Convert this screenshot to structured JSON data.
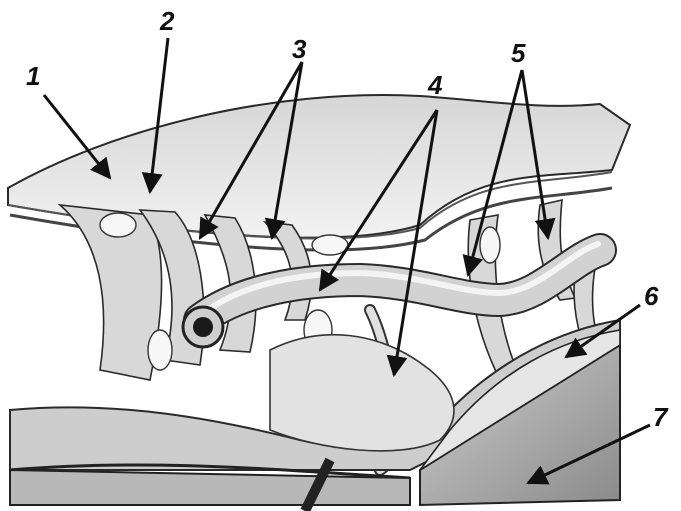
{
  "labels": {
    "l1": "1",
    "l2": "2",
    "l3": "3",
    "l4": "4",
    "l5": "5",
    "l6": "6",
    "l7": "7"
  },
  "colors": {
    "ink": "#111111",
    "membrane": "#e6e6e6",
    "membrane_dark": "#bdbdbd",
    "shadow": "#7a7a7a",
    "outline": "#2a2a2a"
  }
}
